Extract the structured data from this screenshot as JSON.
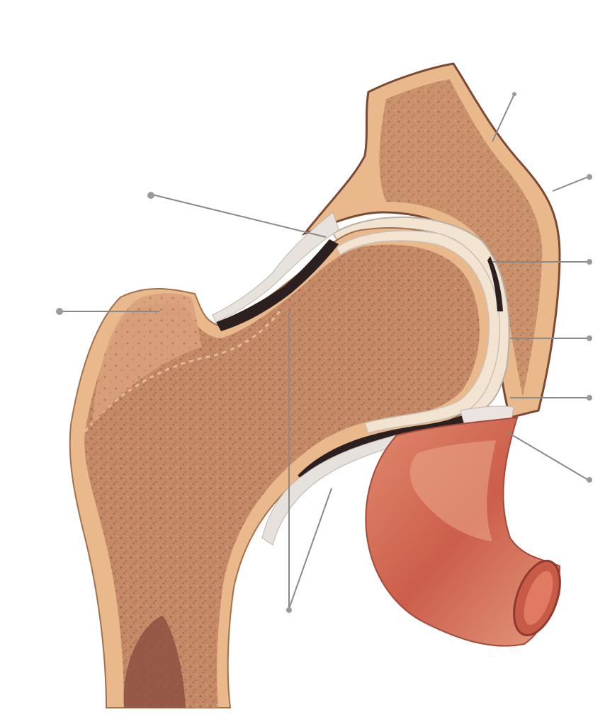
{
  "figure": {
    "subject": "hip-joint-coronal-section",
    "colors": {
      "background": "#ffffff",
      "bone_outer": "#e9b98c",
      "bone_body": "#c98e6c",
      "spongy_dots": "#a86a4e",
      "cartilage": "#f3e4d2",
      "joint_cavity": "#3a2a2a",
      "pelvis_muscle": "#d4725e",
      "ligament": "#e6e1dc",
      "leader_line": "#8a8a8a"
    },
    "callouts": [
      {
        "id": "1",
        "label": ""
      },
      {
        "id": "2",
        "label": ""
      },
      {
        "id": "3",
        "label": ""
      },
      {
        "id": "4",
        "label": ""
      },
      {
        "id": "5",
        "label": ""
      },
      {
        "id": "6",
        "label": ""
      },
      {
        "id": "7",
        "label": ""
      },
      {
        "id": "8",
        "label": ""
      },
      {
        "id": "9",
        "label": ""
      }
    ]
  }
}
